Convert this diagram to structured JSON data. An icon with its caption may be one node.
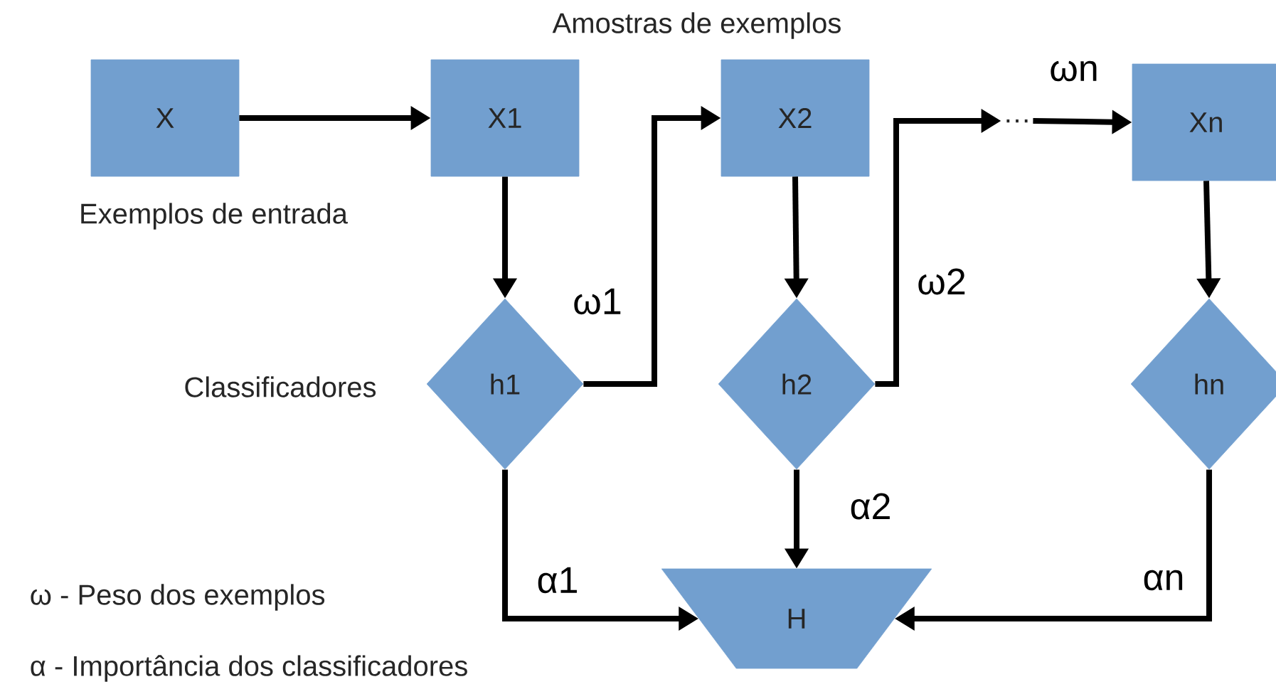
{
  "diagram": {
    "nodes": [
      {
        "text": [
          "X"
        ],
        "beside": [
          "Exemplos de entrada"
        ]
      },
      {
        "text": [
          "X1"
        ]
      },
      {
        "text": [
          "X2"
        ]
      },
      {
        "text": [
          "…"
        ]
      },
      {
        "text": [
          "Xn"
        ]
      },
      {
        "text": [
          "h1"
        ]
      },
      {
        "text": [
          "h2"
        ]
      },
      {
        "text": [
          "hn"
        ]
      },
      {
        "text": [
          "H"
        ]
      }
    ],
    "edges": [
      {
        "from": 0,
        "to": 1,
        "arrow": "to"
      },
      {
        "from": 1,
        "to": 5,
        "arrow": "to"
      },
      {
        "from": 5,
        "to": 2,
        "arrow": "to",
        "label": "ω1"
      },
      {
        "from": 2,
        "to": 6,
        "arrow": "to"
      },
      {
        "from": 6,
        "to": 3,
        "arrow": "to",
        "label": "ω2"
      },
      {
        "from": 3,
        "to": 4,
        "arrow": "to",
        "label": "ωn"
      },
      {
        "from": 4,
        "to": 7,
        "arrow": "to"
      },
      {
        "from": 5,
        "to": 8,
        "arrow": "to",
        "label": "α1"
      },
      {
        "from": 6,
        "to": 8,
        "arrow": "to",
        "label": "α2"
      },
      {
        "from": 7,
        "to": 8,
        "arrow": "to",
        "label": "αn"
      }
    ],
    "labels": [
      "Amostras de exemplos",
      "Classificadores",
      "ω  - Peso dos exemplos",
      "α  - Importância dos classificadores"
    ]
  }
}
